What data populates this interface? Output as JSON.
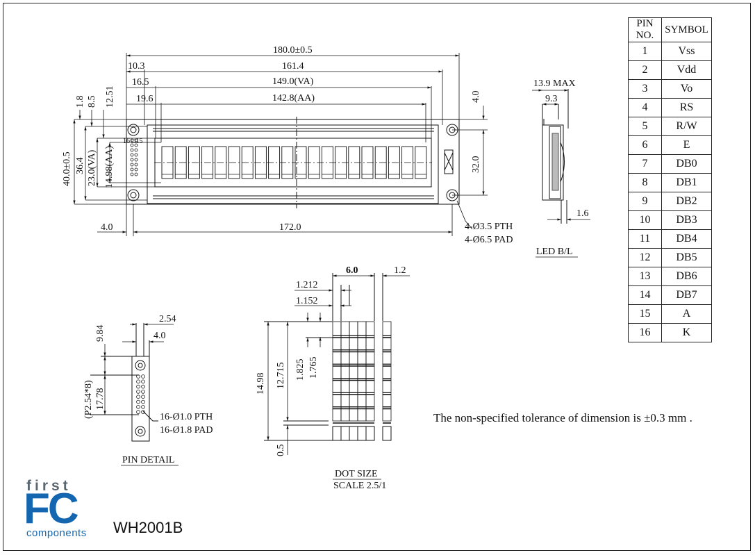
{
  "model": "WH2001B",
  "logo": {
    "first": "first",
    "fc": "FC",
    "components": "components"
  },
  "tolerance_note": "The non-specified tolerance of dimension is ±0.3 mm .",
  "main_view": {
    "dims": {
      "overall_width": "180.0±0.5",
      "offset_10_3": "10.3",
      "width_161_4": "161.4",
      "offset_16_5": "16.5",
      "va_width": "149.0(VA)",
      "offset_19_6": "19.6",
      "aa_width": "142.8(AA)",
      "top_4_0": "4.0",
      "v_1_8": "1.8",
      "v_8_5": "8.5",
      "v_12_51": "12.51",
      "height_40": "40.0±0.5",
      "height_36_4": "36.4",
      "va_height": "23.0(VA)",
      "aa_height": "14.98(AA)",
      "height_32": "32.0",
      "bottom_4_0": "4.0",
      "hole_pitch": "172.0",
      "holes_pth": "4-Ø3.5 PTH",
      "holes_pad": "4-Ø6.5 PAD",
      "pin_labels": "16 □15"
    }
  },
  "side_view": {
    "max_thickness": "13.9 MAX",
    "thickness_9_3": "9.3",
    "thickness_1_6": "1.6",
    "caption": "LED B/L"
  },
  "pin_detail": {
    "pitch_2_54": "2.54",
    "width_4_0": "4.0",
    "offset_9_84": "9.84",
    "span_17_78": "17.78",
    "pitch_note": "(P2.54*8)",
    "pth": "16-Ø1.0 PTH",
    "pad": "16-Ø1.8 PAD",
    "caption": "PIN DETAIL"
  },
  "dot_size": {
    "char_width": "6.0",
    "gap_1_2": "1.2",
    "dot_pitch_h": "1.212",
    "dot_w": "1.152",
    "dot_pitch_v": "1.825",
    "dot_h": "1.765",
    "aa_14_98": "14.98",
    "char_h": "12.715",
    "cursor_0_5": "0.5",
    "caption": "DOT SIZE",
    "scale": "SCALE 2.5/1"
  },
  "pin_table": {
    "headers": [
      "PIN NO.",
      "SYMBOL"
    ],
    "rows": [
      [
        "1",
        "Vss"
      ],
      [
        "2",
        "Vdd"
      ],
      [
        "3",
        "Vo"
      ],
      [
        "4",
        "RS"
      ],
      [
        "5",
        "R/W"
      ],
      [
        "6",
        "E"
      ],
      [
        "7",
        "DB0"
      ],
      [
        "8",
        "DB1"
      ],
      [
        "9",
        "DB2"
      ],
      [
        "10",
        "DB3"
      ],
      [
        "11",
        "DB4"
      ],
      [
        "12",
        "DB5"
      ],
      [
        "13",
        "DB6"
      ],
      [
        "14",
        "DB7"
      ],
      [
        "15",
        "A"
      ],
      [
        "16",
        "K"
      ]
    ]
  }
}
